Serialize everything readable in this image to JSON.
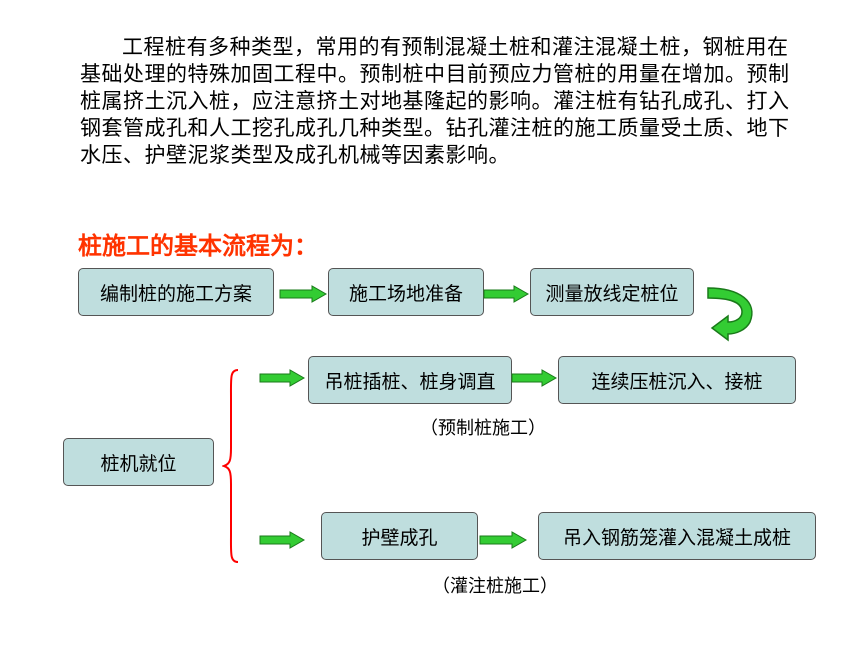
{
  "paragraph": "工程桩有多种类型，常用的有预制混凝土桩和灌注混凝土桩，钢桩用在基础处理的特殊加固工程中。预制桩中目前预应力管桩的用量在增加。预制桩属挤土沉入桩，应注意挤土对地基隆起的影响。灌注桩有钻孔成孔、打入钢套管成孔和人工挖孔成孔几种类型。钻孔灌注桩的施工质量受土质、地下水压、护壁泥浆类型及成孔机械等因素影响。",
  "heading": "桩施工的基本流程为：",
  "flow": {
    "step1": "编制桩的施工方案",
    "step2": "施工场地准备",
    "step3": "测量放线定桩位",
    "pile_position": "桩机就位",
    "precast_1": "吊桩插桩、桩身调直",
    "precast_2": "连续压桩沉入、接桩",
    "precast_note": "（预制桩施工）",
    "bored_1": "护壁成孔",
    "bored_2": "吊入钢筋笼灌入混凝土成桩",
    "bored_note": "（灌注桩施工）"
  },
  "colors": {
    "box_fill": "#bfdede",
    "arrow_green": "#33cc33",
    "brace_red": "#ff0000",
    "heading": "#ff3300"
  }
}
